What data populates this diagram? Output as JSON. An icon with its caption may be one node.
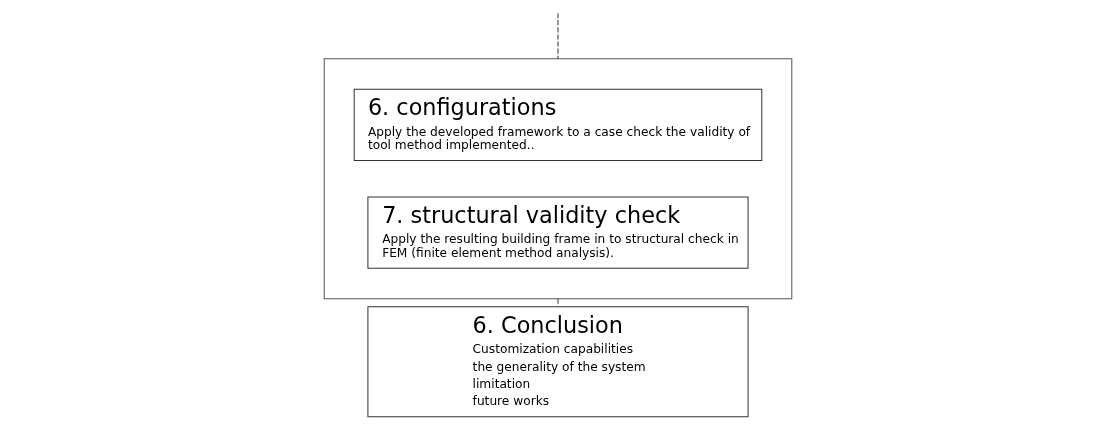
{
  "diagram": {
    "nodes": [
      {
        "text": [],
        "shape": "box"
      },
      {
        "text": [
          "6. configurations",
          "Apply the developed framework to a case check the validity of tool method implemented.."
        ],
        "in": 0
      },
      {
        "text": [
          "7. structural validity check",
          "Apply the resulting building frame in to structural check in FEM (finite element method analysis)."
        ],
        "in": 0
      },
      {
        "text": [
          "6. Conclusion",
          "Customization capabilities",
          "the generality of the system",
          "limitation",
          "future works"
        ]
      }
    ],
    "edges": [
      {
        "from": null,
        "to": 0,
        "arrow": "none",
        "style": "dashed"
      },
      {
        "from": 0,
        "to": 3,
        "arrow": "none",
        "style": "dashed"
      }
    ]
  }
}
